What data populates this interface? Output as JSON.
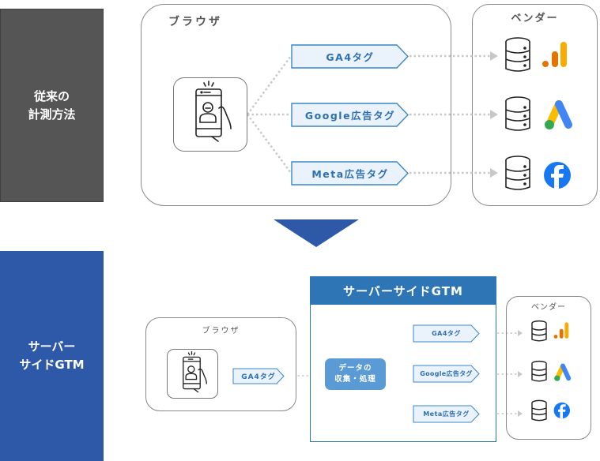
{
  "sections": {
    "traditional": {
      "label": "従来の\n計測方法",
      "browser_title": "ブラウザ",
      "vendor_title": "ベンダー",
      "tags": [
        {
          "label": "GA4タグ",
          "vendor_icon": "google-analytics-icon"
        },
        {
          "label": "Google広告タグ",
          "vendor_icon": "google-ads-icon"
        },
        {
          "label": "Meta広告タグ",
          "vendor_icon": "facebook-icon"
        }
      ]
    },
    "server_side": {
      "label": "サーバー\nサイドGTM",
      "browser_title": "ブラウザ",
      "browser_tag": "GA4タグ",
      "gtm_title": "サーバーサイドGTM",
      "process_label": "データの\n収集・処理",
      "vendor_title": "ベンダー",
      "tags": [
        {
          "label": "GA4タグ",
          "vendor_icon": "google-analytics-icon"
        },
        {
          "label": "Google広告タグ",
          "vendor_icon": "google-ads-icon"
        },
        {
          "label": "Meta広告タグ",
          "vendor_icon": "facebook-icon"
        }
      ]
    }
  },
  "colors": {
    "traditional_panel": "#555555",
    "server_panel": "#2e59a8",
    "gtm_header": "#2e75b6",
    "process_box": "#5b9bd5",
    "tag_text": "#2f6fb0",
    "tag_fill": "#eaf3fb",
    "ga_orange": "#e37400",
    "ga_yellow": "#f9ab00",
    "ads_blue": "#4285f4",
    "ads_yellow": "#fbbc04",
    "ads_green": "#34a853",
    "facebook_blue": "#1877f2"
  }
}
